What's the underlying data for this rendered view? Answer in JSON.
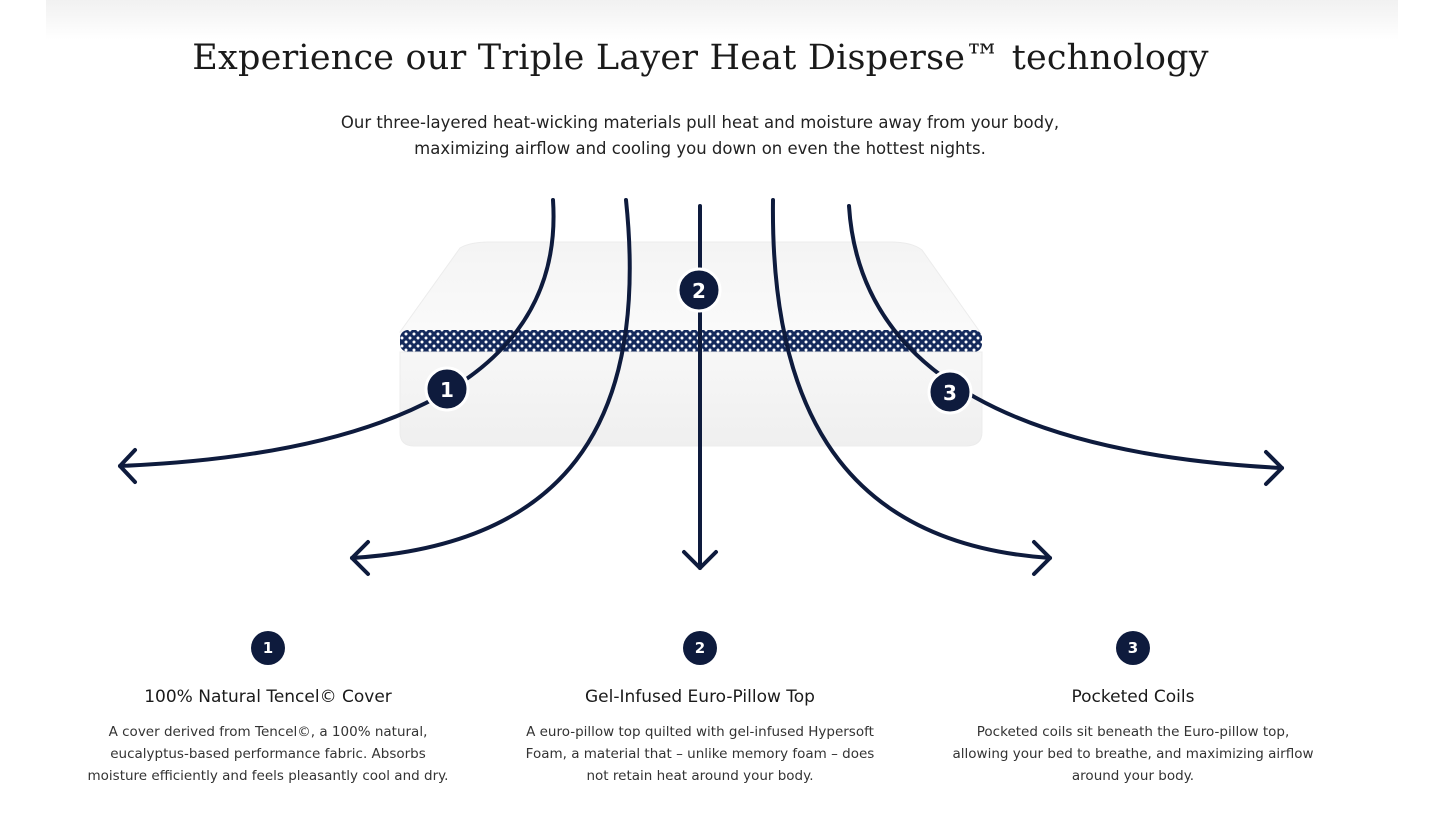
{
  "header": {
    "title": "Experience our Triple Layer Heat Disperse™ technology",
    "subtitle": "Our three-layered heat-wicking materials pull heat and moisture away from your body, maximizing airflow and cooling you down on even the hottest nights."
  },
  "diagram": {
    "markers": [
      "1",
      "2",
      "3"
    ],
    "arrow_color": "#0e1b3d"
  },
  "features": [
    {
      "number": "1",
      "title": "100% Natural Tencel© Cover",
      "description": "A cover derived from Tencel©, a 100% natural, eucalyptus-based performance fabric. Absorbs moisture efficiently and feels pleasantly cool and dry."
    },
    {
      "number": "2",
      "title": "Gel-Infused Euro-Pillow Top",
      "description": "A euro-pillow top quilted with gel-infused Hypersoft Foam, a material that – unlike memory foam – does not retain heat around your body."
    },
    {
      "number": "3",
      "title": "Pocketed Coils",
      "description": "Pocketed coils sit beneath the Euro-pillow top, allowing your bed to breathe, and maximizing airflow around your body."
    }
  ]
}
